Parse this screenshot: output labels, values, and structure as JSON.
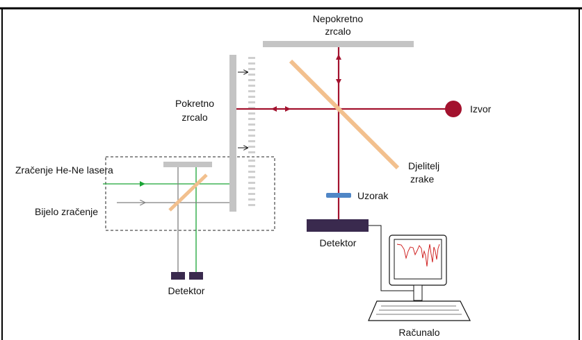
{
  "labels": {
    "fixed_mirror_line1": "Nepokretno",
    "fixed_mirror_line2": "zrcalo",
    "moving_mirror_line1": "Pokretno",
    "moving_mirror_line2": "zrcalo",
    "source": "Izvor",
    "splitter_line1": "Djelitelj",
    "splitter_line2": "zrake",
    "sample": "Uzorak",
    "detector_main": "Detektor",
    "laser": "Zračenje He-Ne lasera",
    "white_light": "Bijelo zračenje",
    "detector_small": "Detektor",
    "computer": "Računalo"
  },
  "colors": {
    "beam": "#a3122e",
    "splitter": "#f2c08e",
    "mirror": "#c4c4c4",
    "detector": "#3a2a4e",
    "sample": "#4f86c6",
    "laser": "#1aa535",
    "white_light": "#808080",
    "frame": "#000000"
  }
}
